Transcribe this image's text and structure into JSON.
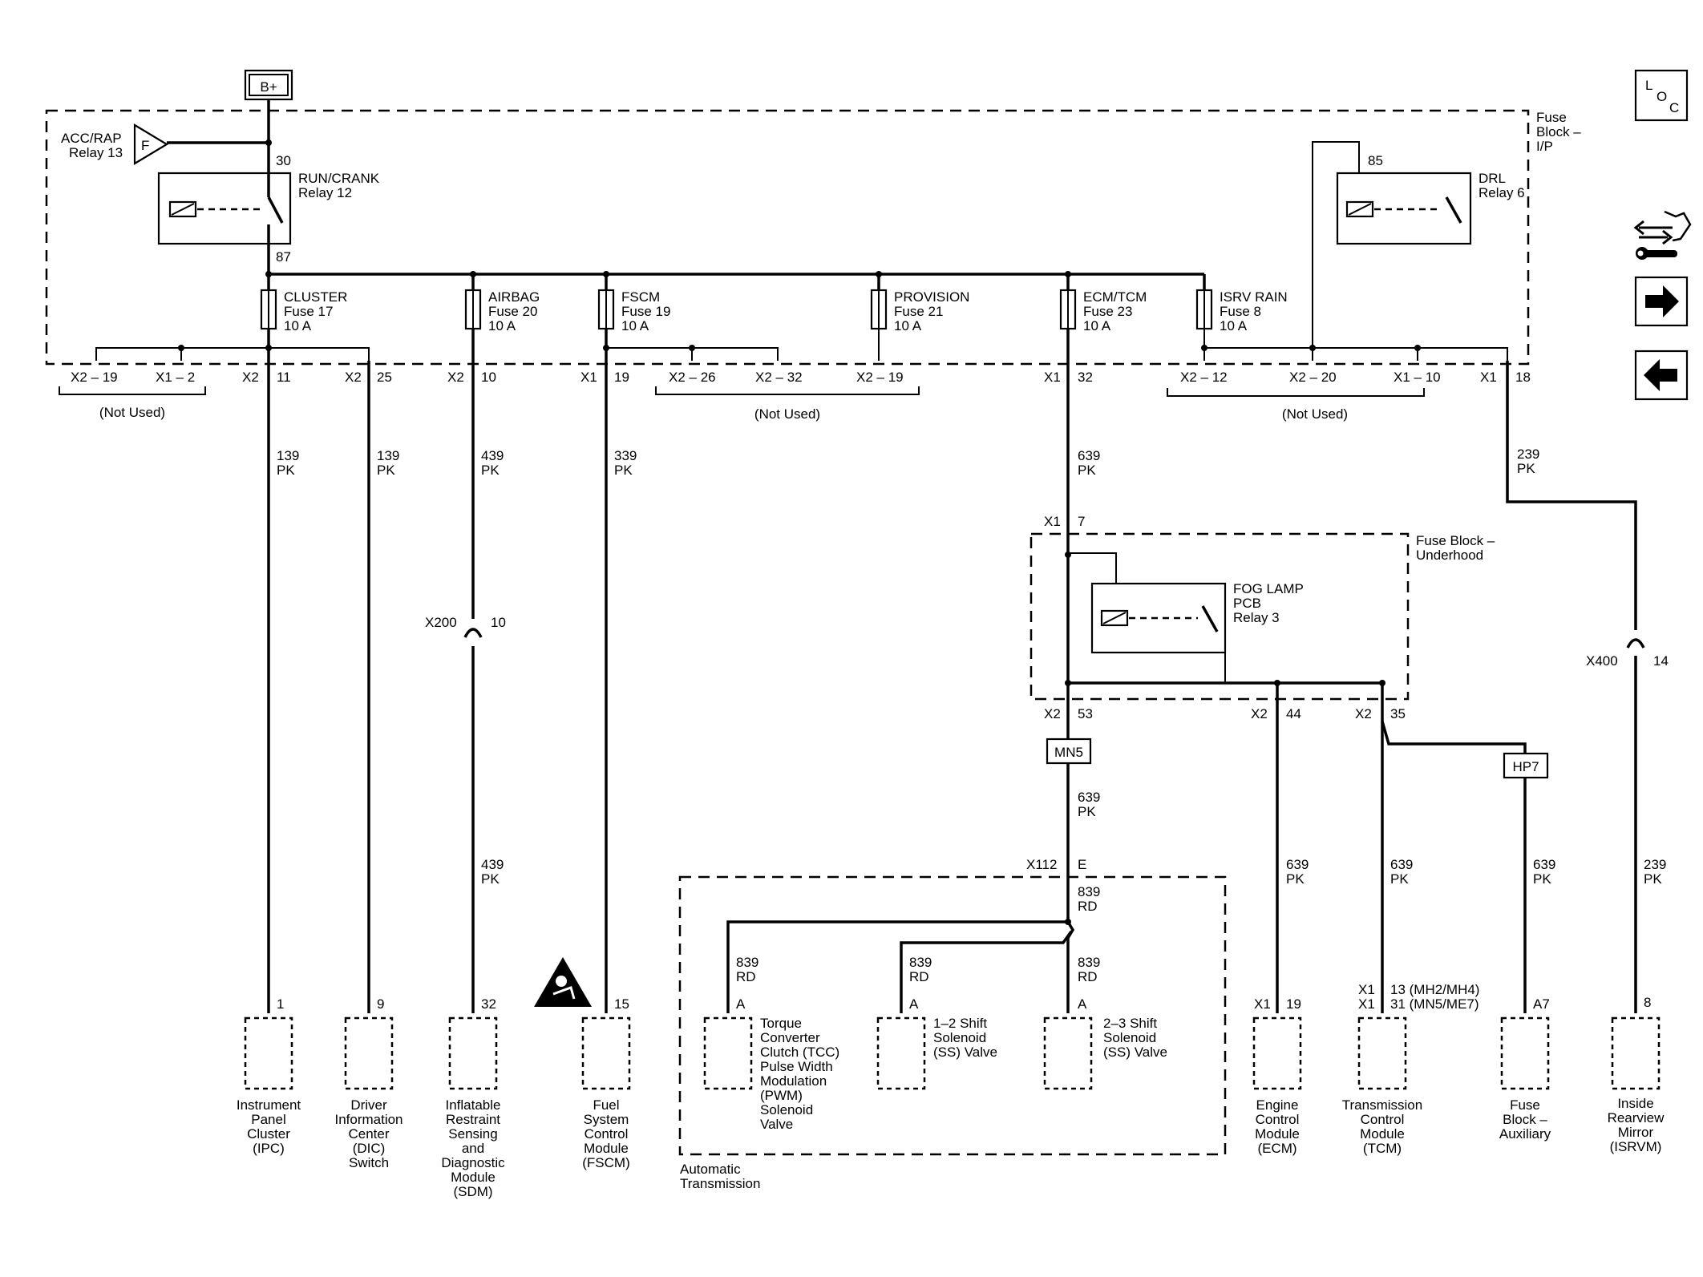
{
  "supply": {
    "battery": "B+"
  },
  "modules": {
    "fuse_block_ip": [
      "Fuse",
      "Block –",
      "I/P"
    ],
    "fuse_block_underhood": [
      "Fuse Block –",
      "Underhood"
    ],
    "automatic_transmission": [
      "Automatic",
      "Transmission"
    ]
  },
  "relays": {
    "acc_rap": {
      "lines": [
        "ACC/RAP",
        "Relay 13"
      ],
      "tag": "F"
    },
    "run_crank": {
      "lines": [
        "RUN/CRANK",
        "Relay 12"
      ],
      "pin_in": "30",
      "pin_out": "87"
    },
    "drl": {
      "lines": [
        "DRL",
        "Relay 6"
      ],
      "pin": "85"
    },
    "fog_lamp": {
      "lines": [
        "FOG LAMP",
        "PCB",
        "Relay 3"
      ]
    }
  },
  "fuses": [
    {
      "name": "CLUSTER",
      "number": "Fuse 17",
      "rating": "10 A"
    },
    {
      "name": "AIRBAG",
      "number": "Fuse 20",
      "rating": "10 A"
    },
    {
      "name": "FSCM",
      "number": "Fuse 19",
      "rating": "10 A"
    },
    {
      "name": "PROVISION",
      "number": "Fuse 21",
      "rating": "10 A"
    },
    {
      "name": "ECM/TCM",
      "number": "Fuse 23",
      "rating": "10 A"
    },
    {
      "name": "ISRV RAIN",
      "number": "Fuse 8",
      "rating": "10 A"
    }
  ],
  "ip_connectors": {
    "left_unused": {
      "a": "X2 – 19",
      "b": "X1 – 2",
      "note": "(Not Used)"
    },
    "mid_unused": {
      "a": "X2 – 26",
      "b": "X2 – 32",
      "c": "X2 – 19",
      "note": "(Not Used)"
    },
    "right_unused": {
      "a": "X2 – 12",
      "b": "X2 – 20",
      "c": "X1 – 10",
      "note": "(Not Used)"
    },
    "cluster": {
      "conn": "X2",
      "pin": "11"
    },
    "dic": {
      "conn": "X2",
      "pin": "25"
    },
    "airbag": {
      "conn": "X2",
      "pin": "10"
    },
    "fscm": {
      "conn": "X1",
      "pin": "19"
    },
    "ecm_tcm": {
      "conn": "X1",
      "pin": "32"
    },
    "isrv": {
      "conn": "X1",
      "pin": "18"
    }
  },
  "wires": {
    "w139_a": {
      "circuit": "139",
      "color": "PK"
    },
    "w139_b": {
      "circuit": "139",
      "color": "PK"
    },
    "w439_a": {
      "circuit": "439",
      "color": "PK"
    },
    "w439_b": {
      "circuit": "439",
      "color": "PK"
    },
    "w339": {
      "circuit": "339",
      "color": "PK"
    },
    "w639_a": {
      "circuit": "639",
      "color": "PK"
    },
    "w639_b": {
      "circuit": "639",
      "color": "PK"
    },
    "w639_ecm": {
      "circuit": "639",
      "color": "PK"
    },
    "w639_tcm": {
      "circuit": "639",
      "color": "PK"
    },
    "w639_aux": {
      "circuit": "639",
      "color": "PK"
    },
    "w239_a": {
      "circuit": "239",
      "color": "PK"
    },
    "w239_b": {
      "circuit": "239",
      "color": "PK"
    },
    "w839_main": {
      "circuit": "839",
      "color": "RD"
    },
    "w839_tcc": {
      "circuit": "839",
      "color": "RD"
    },
    "w839_ss12": {
      "circuit": "839",
      "color": "RD"
    },
    "w839_ss23": {
      "circuit": "839",
      "color": "RD"
    }
  },
  "inline_connectors": {
    "x200": {
      "name": "X200",
      "pin": "10"
    },
    "x400": {
      "name": "X400",
      "pin": "14"
    },
    "x112": {
      "name": "X112",
      "pin": "E"
    },
    "x1_7": {
      "conn": "X1",
      "pin": "7"
    },
    "x2_53": {
      "conn": "X2",
      "pin": "53"
    },
    "x2_44": {
      "conn": "X2",
      "pin": "44"
    },
    "x2_35": {
      "conn": "X2",
      "pin": "35"
    }
  },
  "options": {
    "mn5": "MN5",
    "hp7": "HP7"
  },
  "components": [
    {
      "pin": "1",
      "lines": [
        "Instrument",
        "Panel",
        "Cluster",
        "(IPC)"
      ]
    },
    {
      "pin": "9",
      "lines": [
        "Driver",
        "Information",
        "Center",
        "(DIC)",
        "Switch"
      ]
    },
    {
      "pin": "32",
      "lines": [
        "Inflatable",
        "Restraint",
        "Sensing",
        "and",
        "Diagnostic",
        "Module",
        "(SDM)"
      ]
    },
    {
      "pin": "15",
      "lines": [
        "Fuel",
        "System",
        "Control",
        "Module",
        "(FSCM)"
      ]
    },
    {
      "pin": "A",
      "lines": [
        "Torque",
        "Converter",
        "Clutch (TCC)",
        "Pulse Width",
        "Modulation",
        "(PWM)",
        "Solenoid",
        "Valve"
      ]
    },
    {
      "pin": "A",
      "lines": [
        "1–2 Shift",
        "Solenoid",
        "(SS) Valve"
      ]
    },
    {
      "pin": "A",
      "lines": [
        "2–3 Shift",
        "Solenoid",
        "(SS) Valve"
      ]
    },
    {
      "conn": "X1",
      "pin": "19",
      "lines": [
        "Engine",
        "Control",
        "Module",
        "(ECM)"
      ]
    },
    {
      "conn_a": "X1",
      "pin_a": "13 (MH2/MH4)",
      "conn_b": "X1",
      "pin_b": "31 (MN5/ME7)",
      "lines": [
        "Transmission",
        "Control",
        "Module",
        "(TCM)"
      ]
    },
    {
      "pin": "A7",
      "lines": [
        "Fuse",
        "Block –",
        "Auxiliary"
      ]
    },
    {
      "pin": "8",
      "lines": [
        "Inside",
        "Rearview",
        "Mirror",
        "(ISRVM)"
      ]
    }
  ],
  "nav": {
    "loc": {
      "l": "L",
      "o": "O",
      "c": "C"
    },
    "icons": [
      "connector-repair-icon",
      "arrow-right-icon",
      "arrow-left-icon"
    ]
  }
}
